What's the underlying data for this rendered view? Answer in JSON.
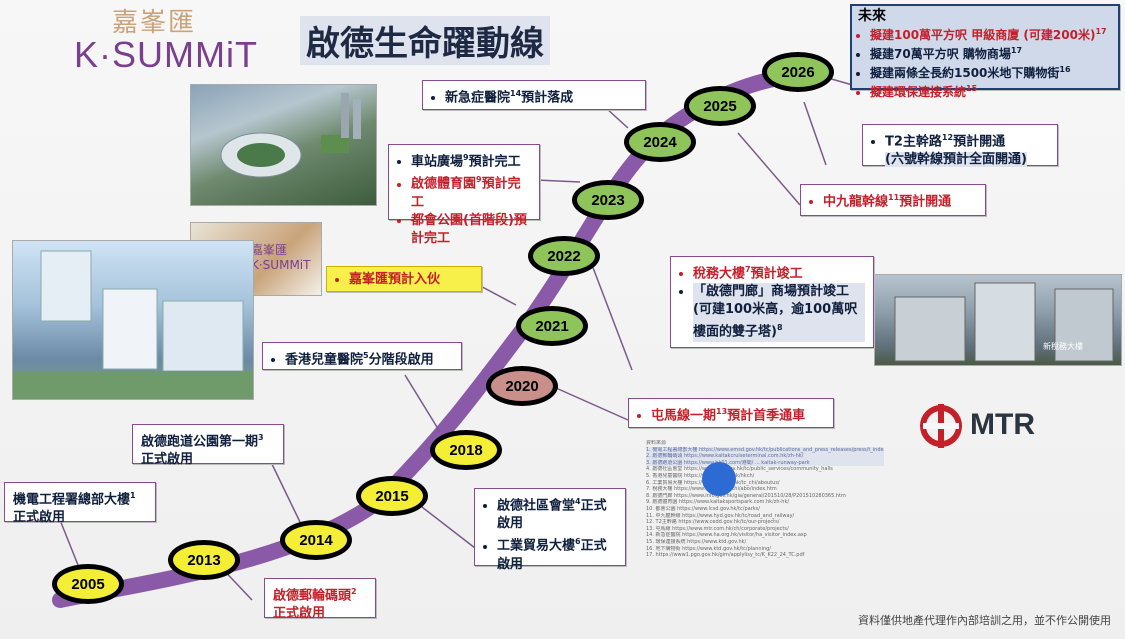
{
  "logo": {
    "chinese": "嘉峯匯",
    "english": "K·SUMMiT"
  },
  "title": "啟德生命躍動線",
  "colors": {
    "curve": "#8a5aa8",
    "accent_red": "#c4202a",
    "border": "#8a4a8f",
    "navy": "#1f3f76"
  },
  "years": [
    "2005",
    "2013",
    "2014",
    "2015",
    "2018",
    "2020",
    "2021",
    "2022",
    "2023",
    "2024",
    "2025",
    "2026"
  ],
  "box_2026": {
    "header": "未來",
    "items": [
      {
        "text": "擬建100萬平方呎 甲級商廈 (可建200米)",
        "sup": "17"
      },
      {
        "text": "擬建70萬平方呎 購物商場",
        "sup": "17"
      },
      {
        "text": "擬建兩條全長約1500米地下購物街",
        "sup": "16"
      },
      {
        "text": "擬建環保連接系統",
        "sup": "15"
      }
    ]
  },
  "boxes": {
    "b2005": {
      "text": "機電工程署總部大樓",
      "sup": "1",
      "text2": "正式啟用"
    },
    "b2013": {
      "text": "啟德郵輪碼頭",
      "sup": "2",
      "text2": "正式啟用"
    },
    "b2014": {
      "text": "啟德跑道公園第一期",
      "sup": "3",
      "text2": "正式啟用"
    },
    "b2015": {
      "items": [
        {
          "text": "啟德社區會堂",
          "sup": "4",
          "text2": "正式啟用"
        },
        {
          "text": "工業貿易大樓",
          "sup": "6",
          "text2": "正式啟用"
        }
      ]
    },
    "b2018": {
      "text": "香港兒童醫院",
      "sup": "5",
      "text2": "分階段啟用"
    },
    "b2020": {
      "text": "屯馬線一期",
      "sup": "13",
      "text2": "預計首季通車"
    },
    "b2021": {
      "text": "嘉峯匯預計入伙"
    },
    "b2022": {
      "items": [
        {
          "text": "稅務大樓",
          "sup": "7",
          "text2": "預計竣工"
        },
        {
          "text": "「啟德門廊」商場預計竣工(可建100米高，逾100萬呎樓面的雙子塔)",
          "sup": "8"
        }
      ]
    },
    "b2023": {
      "items": [
        {
          "text": "車站廣場",
          "sup": "9",
          "text2": "預計完工"
        },
        {
          "text": "啟德體育園",
          "sup": "9",
          "text2": "預計完工"
        },
        {
          "text": "都會公園(首階段)預計完工",
          "sup": ""
        }
      ]
    },
    "b2024": {
      "text": "新急症醫院",
      "sup": "14",
      "text2": "預計落成"
    },
    "b2025a": {
      "text": "中九龍幹線",
      "sup": "11",
      "text2": "預計開通"
    },
    "b2025b": {
      "text": "T2主幹路",
      "sup": "12",
      "text2": "預計開通",
      "text3": "(六號幹線預計全面開通)"
    }
  },
  "photos": {
    "ksummit_label": "嘉峯匯 K·SUMMiT",
    "tower_label": "新稅務大樓"
  },
  "references": {
    "header": "資料來源",
    "lines": [
      "1. 機電工程署總部大樓 https://www.emsd.gov.hk/tc/publications_and_press_releases/press/t_index_id_2624.html",
      "2. 啟德郵輪碼頭 https://www.kaitakcruiseterminal.com.hk/zh-hk/",
      "3. 啟德跑道公園 https://www.hk01.com/港聞/ ... kaitak-runway-park",
      "4. 啟德社區會堂 https://www.had.gov.hk/tc/public_services/community_halls",
      "5. 香港兒童醫院 https://www.ha.org.hk/hkch/",
      "6. 工業貿易大樓 https://www.tid.gov.hk/tc_chi/aboutus/",
      "7. 稅務大樓 https://www.ird.gov.hk/chi/abo/index.htm",
      "8. 啟德門廊 https://www.info.gov.hk/gia/general/201510/28/P201510280365.htm",
      "9. 啟德體育園 https://www.kaitaksportspark.com.hk/zh-hk/",
      "10. 都會公園 https://www.lcsd.gov.hk/tc/parks/",
      "11. 中九龍幹線 https://www.hyd.gov.hk/tc/road_and_railway/",
      "12. T2主幹路 https://www.cedd.gov.hk/tc/our-projects/",
      "13. 屯馬線 https://www.mtr.com.hk/ch/corporate/projects/",
      "14. 新急症醫院 https://www.ha.org.hk/visitor/ha_visitor_index.asp",
      "15. 環保連接系統 https://www.ktd.gov.hk/",
      "16. 地下購物街 https://www.ktd.gov.hk/tc/planning/",
      "17. https://www1.pgo.gov.hk/gim/applylisy_tc/K_K22_24_TC.pdf"
    ]
  },
  "mtr": {
    "label": "MTR"
  },
  "disclaimer": "資料僅供地產代理作內部培訓之用，並不作公開使用"
}
